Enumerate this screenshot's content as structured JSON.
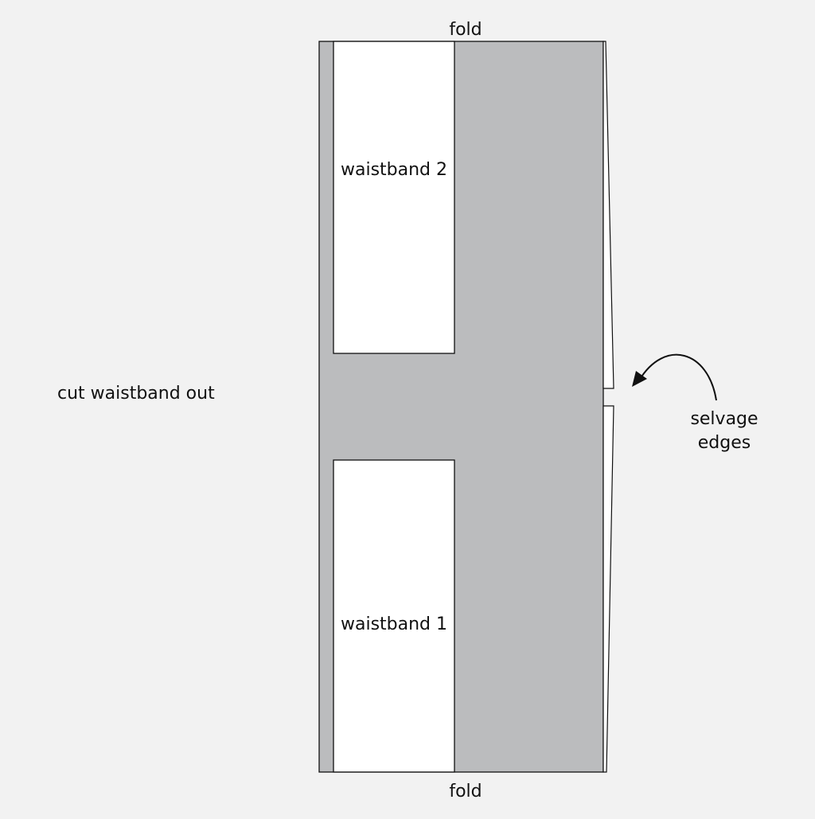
{
  "labels": {
    "fold_top": "fold",
    "fold_bottom": "fold",
    "instruction": "cut waistband out",
    "waistband_top": "waistband 2",
    "waistband_bottom": "waistband 1",
    "selvage_line1": "selvage",
    "selvage_line2": "edges"
  },
  "colors": {
    "background": "#f2f2f2",
    "fabric": "#bbbcbe",
    "piece": "#ffffff",
    "outline": "#111111"
  }
}
